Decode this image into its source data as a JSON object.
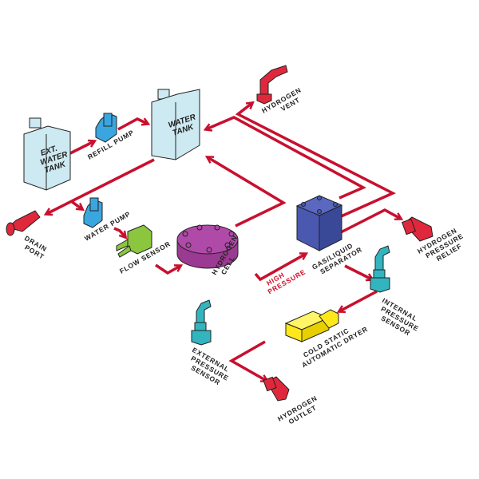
{
  "title": "Hydrogen generator flow diagram",
  "colors": {
    "flow_line": "#c8102e",
    "tank": "#cde9f2",
    "pump": "#3aa6e0",
    "valve": "#e0283c",
    "flow_sensor": "#8cc63f",
    "cell": "#b04aa8",
    "separator": "#4a58b0",
    "sensor": "#33b5c0",
    "dryer": "#ffe81a"
  },
  "components": {
    "ext_water_tank": [
      "EXT.",
      "WATER",
      "TANK"
    ],
    "water_tank": [
      "WATER",
      "TANK"
    ],
    "refill_pump": "REFILL PUMP",
    "drain_port": [
      "DRAIN",
      "PORT"
    ],
    "water_pump": "WATER PUMP",
    "flow_sensor": "FLOW SENSOR",
    "hydrogen_cell": [
      "HYDROGEN",
      "CELL"
    ],
    "high_pressure": [
      "HIGH",
      "PRESSURE"
    ],
    "gas_liquid_separator": [
      "GAS/LIQUID",
      "SEPARATOR"
    ],
    "hydrogen_vent": [
      "HYDROGEN",
      "VENT"
    ],
    "hydrogen_pressure_relief": [
      "HYDROGEN",
      "PRESSURE",
      "RELIEF"
    ],
    "internal_pressure_sensor": [
      "INTERNAL",
      "PRESSURE",
      "SENSOR"
    ],
    "cold_static_dryer": [
      "COLD STATIC",
      "AUTOMATIC DRYER"
    ],
    "external_pressure_sensor": [
      "EXTERNAL",
      "PRESSURE",
      "SENSOR"
    ],
    "hydrogen_outlet": [
      "HYDROGEN",
      "OUTLET"
    ]
  }
}
